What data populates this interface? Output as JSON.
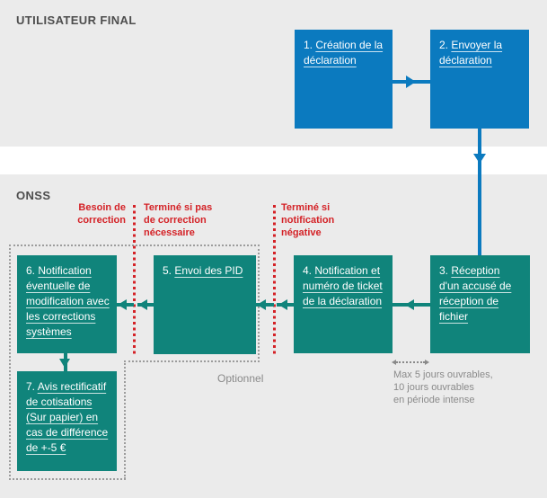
{
  "lanes": {
    "user": {
      "label": "UTILISATEUR FINAL"
    },
    "onss": {
      "label": "ONSS"
    }
  },
  "boxes": {
    "b1": {
      "num": "1.",
      "label": "Création de la déclaration"
    },
    "b2": {
      "num": "2.",
      "label": "Envoyer la déclaration"
    },
    "b3": {
      "num": "3.",
      "label": "Réception d'un accusé de réception de fichier"
    },
    "b4": {
      "num": "4.",
      "label": "Notification et numéro de ticket de la déclaration"
    },
    "b5": {
      "num": "5.",
      "label": "Envoi des PID"
    },
    "b6": {
      "num": "6.",
      "label": "Notification éventuelle de modification avec les corrections systèmes"
    },
    "b7": {
      "num": "7.",
      "label": "Avis rectificatif de cotisations (Sur papier) en cas de différence de +-5 €"
    }
  },
  "annotations": {
    "besoin": {
      "lines": [
        "Besoin de",
        "correction"
      ]
    },
    "termine_pas": {
      "lines": [
        "Terminé si pas",
        "de correction",
        "nécessaire"
      ]
    },
    "termine_neg": {
      "lines": [
        "Terminé si",
        "notification",
        "négative"
      ]
    },
    "optionnel": "Optionnel",
    "max_delay": {
      "lines": [
        "Max 5 jours ouvrables,",
        "10 jours ouvrables",
        "en période intense"
      ]
    }
  },
  "colors": {
    "blue": "#0b7abf",
    "teal": "#10847b",
    "red": "#d42227",
    "lane_bg": "#ebebeb",
    "note_gray": "#8a8a8a",
    "label_gray": "#4d4d4d"
  }
}
